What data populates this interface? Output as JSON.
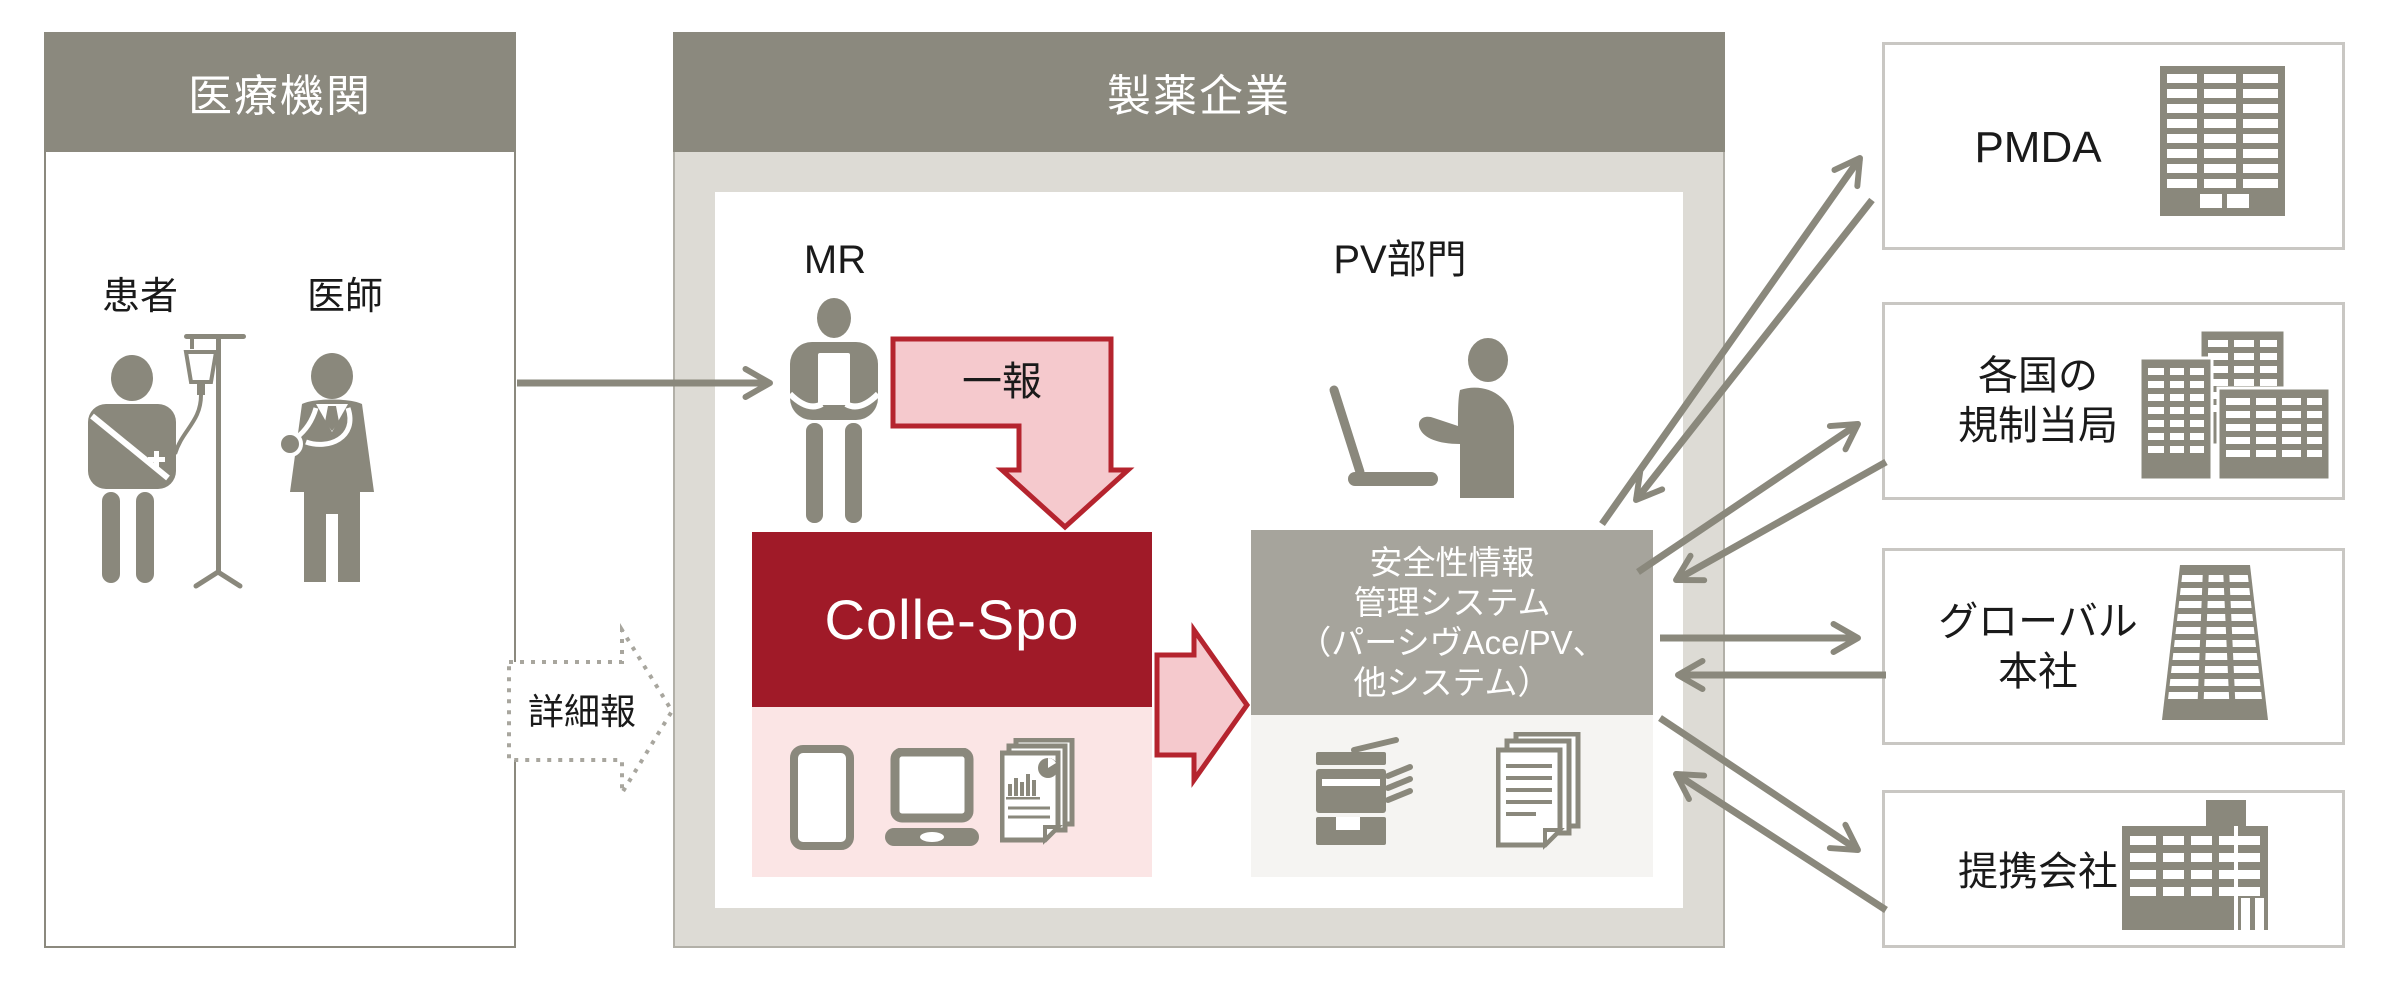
{
  "left_box": {
    "title": "医療機関",
    "patient_label": "患者",
    "doctor_label": "医師"
  },
  "center_box": {
    "title": "製薬企業",
    "mr_label": "MR",
    "pv_label": "PV部門",
    "collespo_label": "Colle-Spo",
    "system_lines": [
      "安全性情報",
      "管理システム",
      "（パーシヴAce/PV、",
      "他システム）"
    ]
  },
  "flow_labels": {
    "first_report": "一報",
    "detail_report": "詳細報"
  },
  "right_boxes": [
    {
      "lines": [
        "PMDA"
      ]
    },
    {
      "lines": [
        "各国の",
        "規制当局"
      ]
    },
    {
      "lines": [
        "グローバル",
        "本社"
      ]
    },
    {
      "lines": [
        "提携会社"
      ]
    }
  ],
  "palette": {
    "figure_gray": "#8a887c",
    "header_gray": "#8b897e",
    "ring_gray": "#dddbd5",
    "system_gray": "#a6a49c",
    "dark_red": "#a01a28",
    "red_border": "#b5242e",
    "pink_fill": "#f5c9cd",
    "pink_panel": "#fbe5e5",
    "light_panel": "#f5f4f2"
  }
}
